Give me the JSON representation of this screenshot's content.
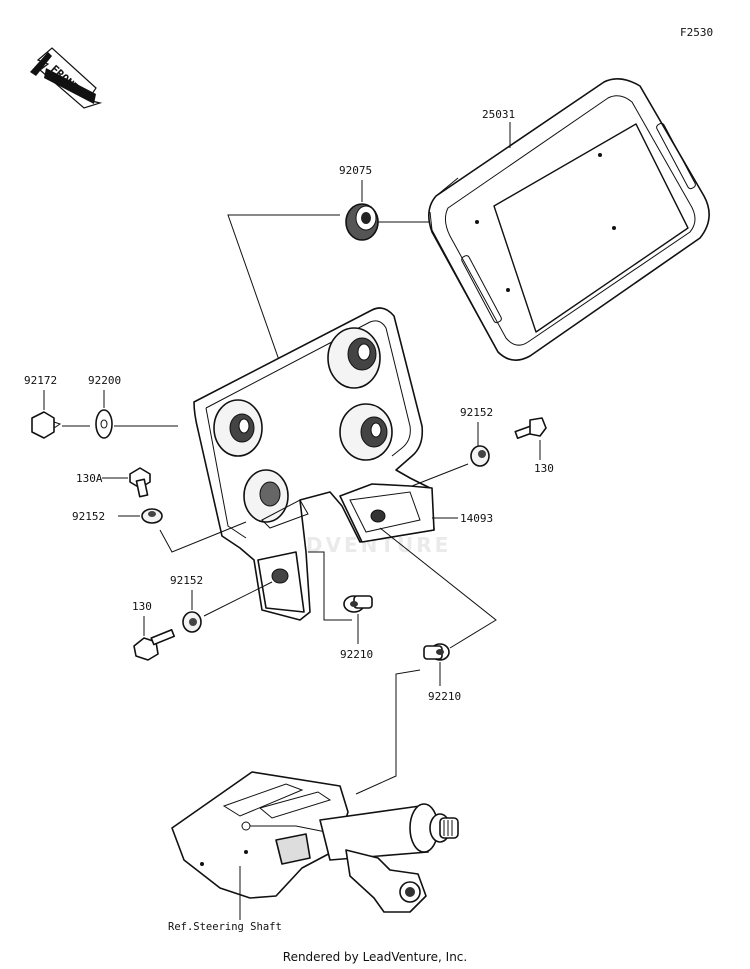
{
  "diagram_code": "F2530",
  "front_label": "FRONT",
  "watermark": "LEADVENTURE",
  "parts": {
    "meter": "25031",
    "grommet": "92075",
    "bolt_left": "92172",
    "washer_left": "92200",
    "bolt_130a": "130A",
    "collar_left_upper": "92152",
    "collar_right": "92152",
    "bolt_right": "130",
    "bracket": "14093",
    "collar_left_lower": "92152",
    "bolt_left_lower": "130",
    "spacer_center": "92210",
    "spacer_right": "92210"
  },
  "reference_label": "Ref.Steering Shaft",
  "footer": "Rendered by LeadVenture, Inc."
}
